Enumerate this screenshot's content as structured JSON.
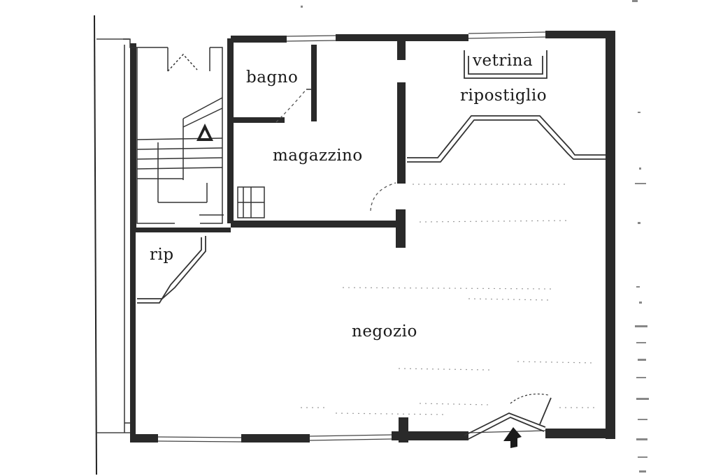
{
  "rooms": {
    "bagno": "bagno",
    "magazzino": "magazzino",
    "vetrina": "vetrina",
    "ripostiglio": "ripostiglio",
    "rip": "rip",
    "negozio": "negozio"
  },
  "colors": {
    "wall": "#2a2a2a",
    "line": "#333333",
    "dots": "#9a9a9a",
    "background": "#ffffff"
  },
  "icons": {
    "stair_arrow": "up-arrow-triangle-icon",
    "entrance_arrow": "entrance-arrow-icon"
  }
}
